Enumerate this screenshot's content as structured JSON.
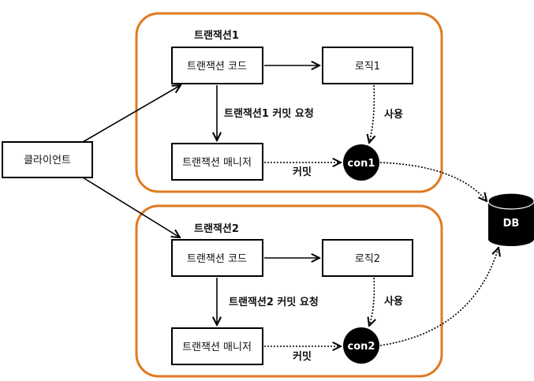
{
  "colors": {
    "group_border": "#E07A1F",
    "node_fill": "#000000",
    "line": "#000000"
  },
  "client": {
    "label": "클라이언트"
  },
  "db": {
    "label": "DB"
  },
  "transactions": [
    {
      "title": "트랜잭션1",
      "code_box": "트랜잭션 코드",
      "logic_box": "로직1",
      "manager_box": "트랜잭션 매니저",
      "connection": "con1",
      "commit_request_label": "트랜잭션1 커밋 요청",
      "use_label": "사용",
      "commit_label": "커밋"
    },
    {
      "title": "트랜잭션2",
      "code_box": "트랜잭션 코드",
      "logic_box": "로직2",
      "manager_box": "트랜잭션 매니저",
      "connection": "con2",
      "commit_request_label": "트랜잭션2 커밋 요청",
      "use_label": "사용",
      "commit_label": "커밋"
    }
  ]
}
